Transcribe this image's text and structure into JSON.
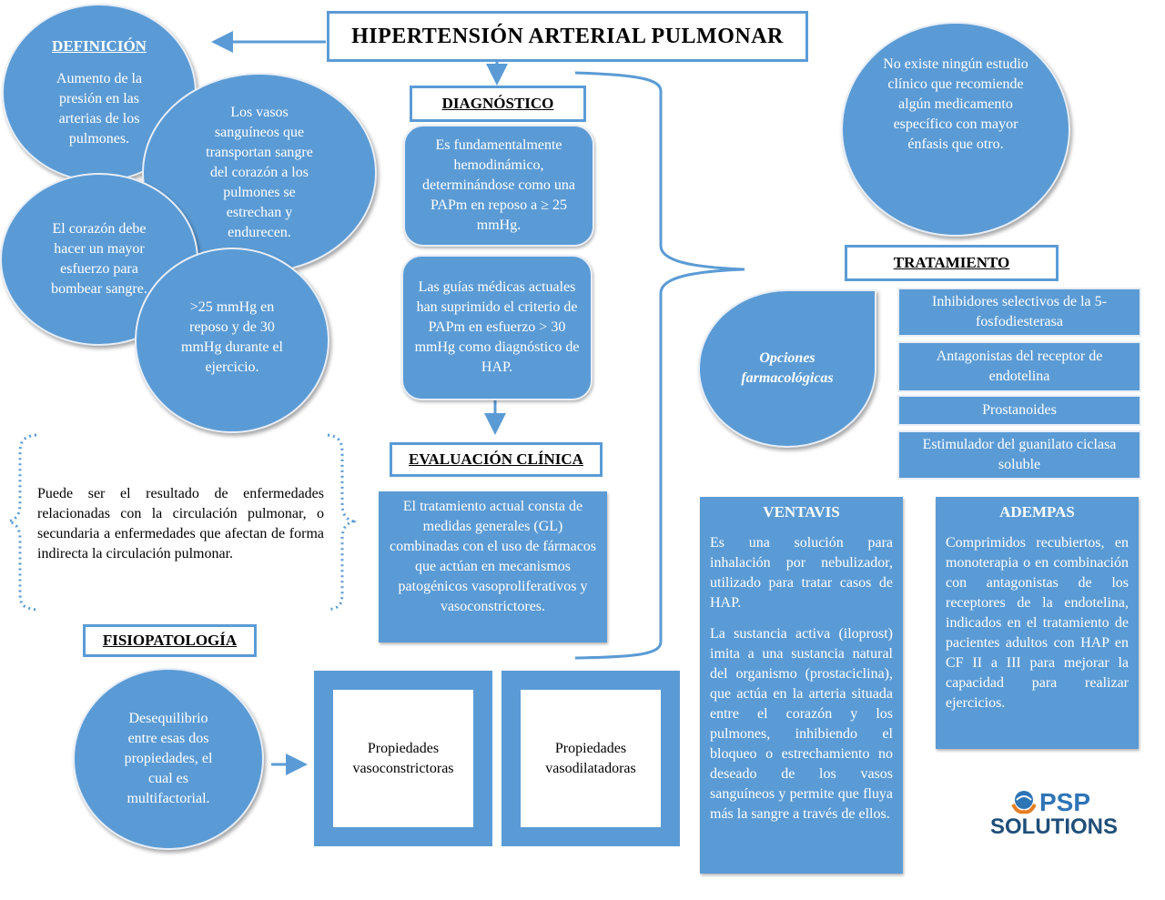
{
  "title": "HIPERTENSIÓN ARTERIAL PULMONAR",
  "definicion": {
    "heading": "DEFINICIÓN",
    "text": "Aumento de la presión en las arterias de los pulmones.",
    "vasos": "Los vasos sanguíneos que transportan sangre del corazón a los pulmones se estrechan y endurecen.",
    "corazon": "El corazón debe hacer un mayor esfuerzo para bombear sangre.",
    "presion": ">25 mmHg en reposo y de 30 mmHg durante el ejercicio."
  },
  "origen_text": "Puede ser el resultado de enfermedades relacionadas con la circulación pulmonar, o secundaria a enfermedades que afectan de forma indirecta la circulación pulmonar.",
  "diagnostico": {
    "heading": "DIAGNÓSTICO",
    "box1": "Es fundamentalmente hemodinámico, determinándose como una PAPm en reposo a ≥ 25 mmHg.",
    "box2": "Las guías médicas actuales han suprimido el criterio de PAPm en esfuerzo > 30 mmHg como diagnóstico de HAP."
  },
  "evaluacion": {
    "heading": "EVALUACIÓN CLÍNICA",
    "text": "El tratamiento actual consta de medidas generales (GL) combinadas con el uso de fármacos que actúan en mecanismos patogénicos vasoproliferativos y vasoconstrictores."
  },
  "fisiopatologia": {
    "heading": "FISIOPATOLOGÍA",
    "circle": "Desequilibrio entre esas dos propiedades, el cual es multifactorial.",
    "prop1": "Propiedades vasoconstrictoras",
    "prop2": "Propiedades vasodilatadoras"
  },
  "nota": "No existe ningún estudio clínico que recomiende algún medicamento específico con mayor énfasis que otro.",
  "tratamiento": {
    "heading": "TRATAMIENTO",
    "opciones": "Opciones farmacológicas",
    "items": [
      "Inhibidores selectivos de la 5-fosfodiesterasa",
      "Antagonistas del receptor de endotelina",
      "Prostanoides",
      "Estimulador del guanilato ciclasa soluble"
    ]
  },
  "ventavis": {
    "heading": "VENTAVIS",
    "p1": "Es una solución para inhalación por nebulizador, utilizado para tratar casos de HAP.",
    "p2": "La sustancia activa (iloprost) imita a una sustancia natural del organismo (prostaciclina), que actúa en la arteria situada entre el corazón y los pulmones, inhibiendo el bloqueo o estrechamiento no deseado de los vasos sanguíneos y permite que fluya más la sangre a través de ellos."
  },
  "adempas": {
    "heading": "ADEMPAS",
    "text": "Comprimidos recubiertos, en monoterapia o en combinación con antagonistas de los receptores de la endotelina, indicados en el tratamiento de pacientes adultos con HAP en CF II a III para mejorar la capacidad para realizar ejercicios."
  },
  "logo": {
    "line1": "PSP",
    "line2": "SOLUTIONS"
  },
  "colors": {
    "accent": "#5b9bd5",
    "logo_blue": "#1f4e79",
    "logo_orange": "#e67e22"
  }
}
